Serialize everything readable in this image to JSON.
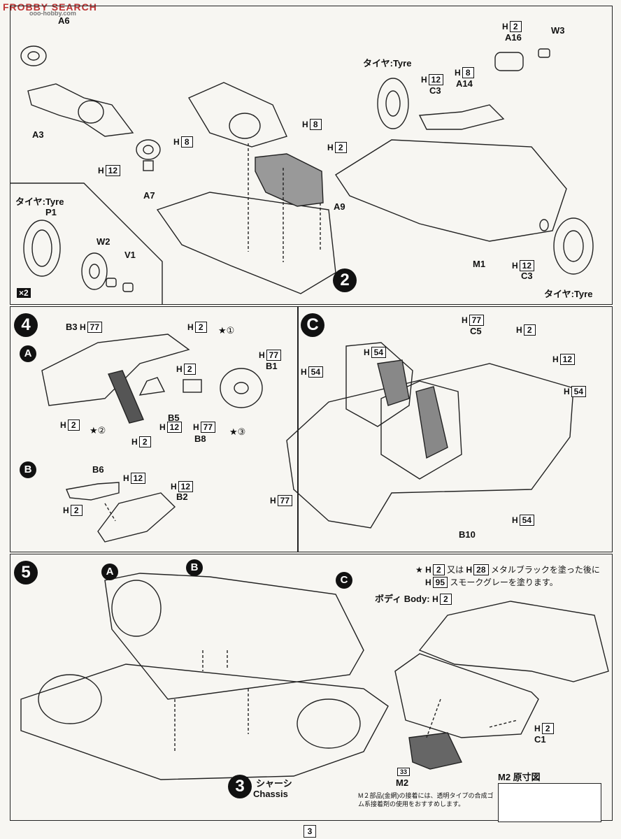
{
  "watermark": {
    "title": "FROBBY SEARCH",
    "sub": "ooo-hobby.com"
  },
  "page_number": "3",
  "step1": {
    "labels": {
      "A6": "A6",
      "A3": "A3",
      "A7": "A7",
      "A9": "A9"
    },
    "h8_a": {
      "h": "H",
      "n": "8"
    },
    "h12_a": {
      "h": "H",
      "n": "12"
    },
    "h8_b": {
      "h": "H",
      "n": "8"
    },
    "h2_a": {
      "h": "H",
      "n": "2"
    },
    "step2_badge": "2"
  },
  "tyre_box": {
    "title": "タイヤ:Tyre",
    "p1": "P1",
    "w2": "W2",
    "v1": "V1",
    "qty": "×2"
  },
  "exhaust": {
    "tyre1": "タイヤ:Tyre",
    "tyre2": "タイヤ:Tyre",
    "a16": "A16",
    "w3": "W3",
    "c3a": "C3",
    "c3b": "C3",
    "a14": "A14",
    "m1": "M1",
    "h2": {
      "h": "H",
      "n": "2"
    },
    "h12a": {
      "h": "H",
      "n": "12"
    },
    "h8": {
      "h": "H",
      "n": "8"
    },
    "h12b": {
      "h": "H",
      "n": "12"
    }
  },
  "step4": {
    "num": "4",
    "subA": "A",
    "subB": "B",
    "b3": "B3",
    "b1": "B1",
    "b5": "B5",
    "b8": "B8",
    "b6": "B6",
    "b2": "B2",
    "h77a": {
      "h": "H",
      "n": "77"
    },
    "h2a": {
      "h": "H",
      "n": "2"
    },
    "h77b": {
      "h": "H",
      "n": "77"
    },
    "h2b": {
      "h": "H",
      "n": "2"
    },
    "h2c": {
      "h": "H",
      "n": "2"
    },
    "h12a": {
      "h": "H",
      "n": "12"
    },
    "h77c": {
      "h": "H",
      "n": "77"
    },
    "h2d": {
      "h": "H",
      "n": "2"
    },
    "h12b": {
      "h": "H",
      "n": "12"
    },
    "h2e": {
      "h": "H",
      "n": "2"
    },
    "h12c": {
      "h": "H",
      "n": "12"
    },
    "star1": "①",
    "star2": "②",
    "star3": "③"
  },
  "stepC": {
    "num": "C",
    "c5": "C5",
    "b10": "B10",
    "h77a": {
      "h": "H",
      "n": "77"
    },
    "h54a": {
      "h": "H",
      "n": "54"
    },
    "h54b": {
      "h": "H",
      "n": "54"
    },
    "h2": {
      "h": "H",
      "n": "2"
    },
    "h12": {
      "h": "H",
      "n": "12"
    },
    "h54c": {
      "h": "H",
      "n": "54"
    },
    "h77b": {
      "h": "H",
      "n": "77"
    },
    "h54d": {
      "h": "H",
      "n": "54"
    }
  },
  "step5": {
    "num": "5",
    "subA": "A",
    "subB": "B",
    "subC": "C",
    "note_l1_pre": "★",
    "note_l1_h": "H",
    "note_l1_n": "2",
    "note_l1_mid": "又は",
    "note_l1_h2": "H",
    "note_l1_n2": "28",
    "note_l1_post": "メタルブラックを塗った後に",
    "note_l2_h": "H",
    "note_l2_n": "95",
    "note_l2_post": "スモークグレーを塗ります。",
    "body_label": "ボディ Body:",
    "body_h": {
      "h": "H",
      "n": "2"
    },
    "c1": "C1",
    "c1_h": {
      "h": "H",
      "n": "2"
    },
    "m2": "M2",
    "m2_badge": "33",
    "chassis_num": "3",
    "chassis_jp": "シャーシ",
    "chassis_en": "Chassis",
    "m2_title": "M2 原寸図",
    "m2_note": "M２部品(金網)の接着には、透明タイプの合成ゴム系接着剤の使用をおすすめします。"
  }
}
